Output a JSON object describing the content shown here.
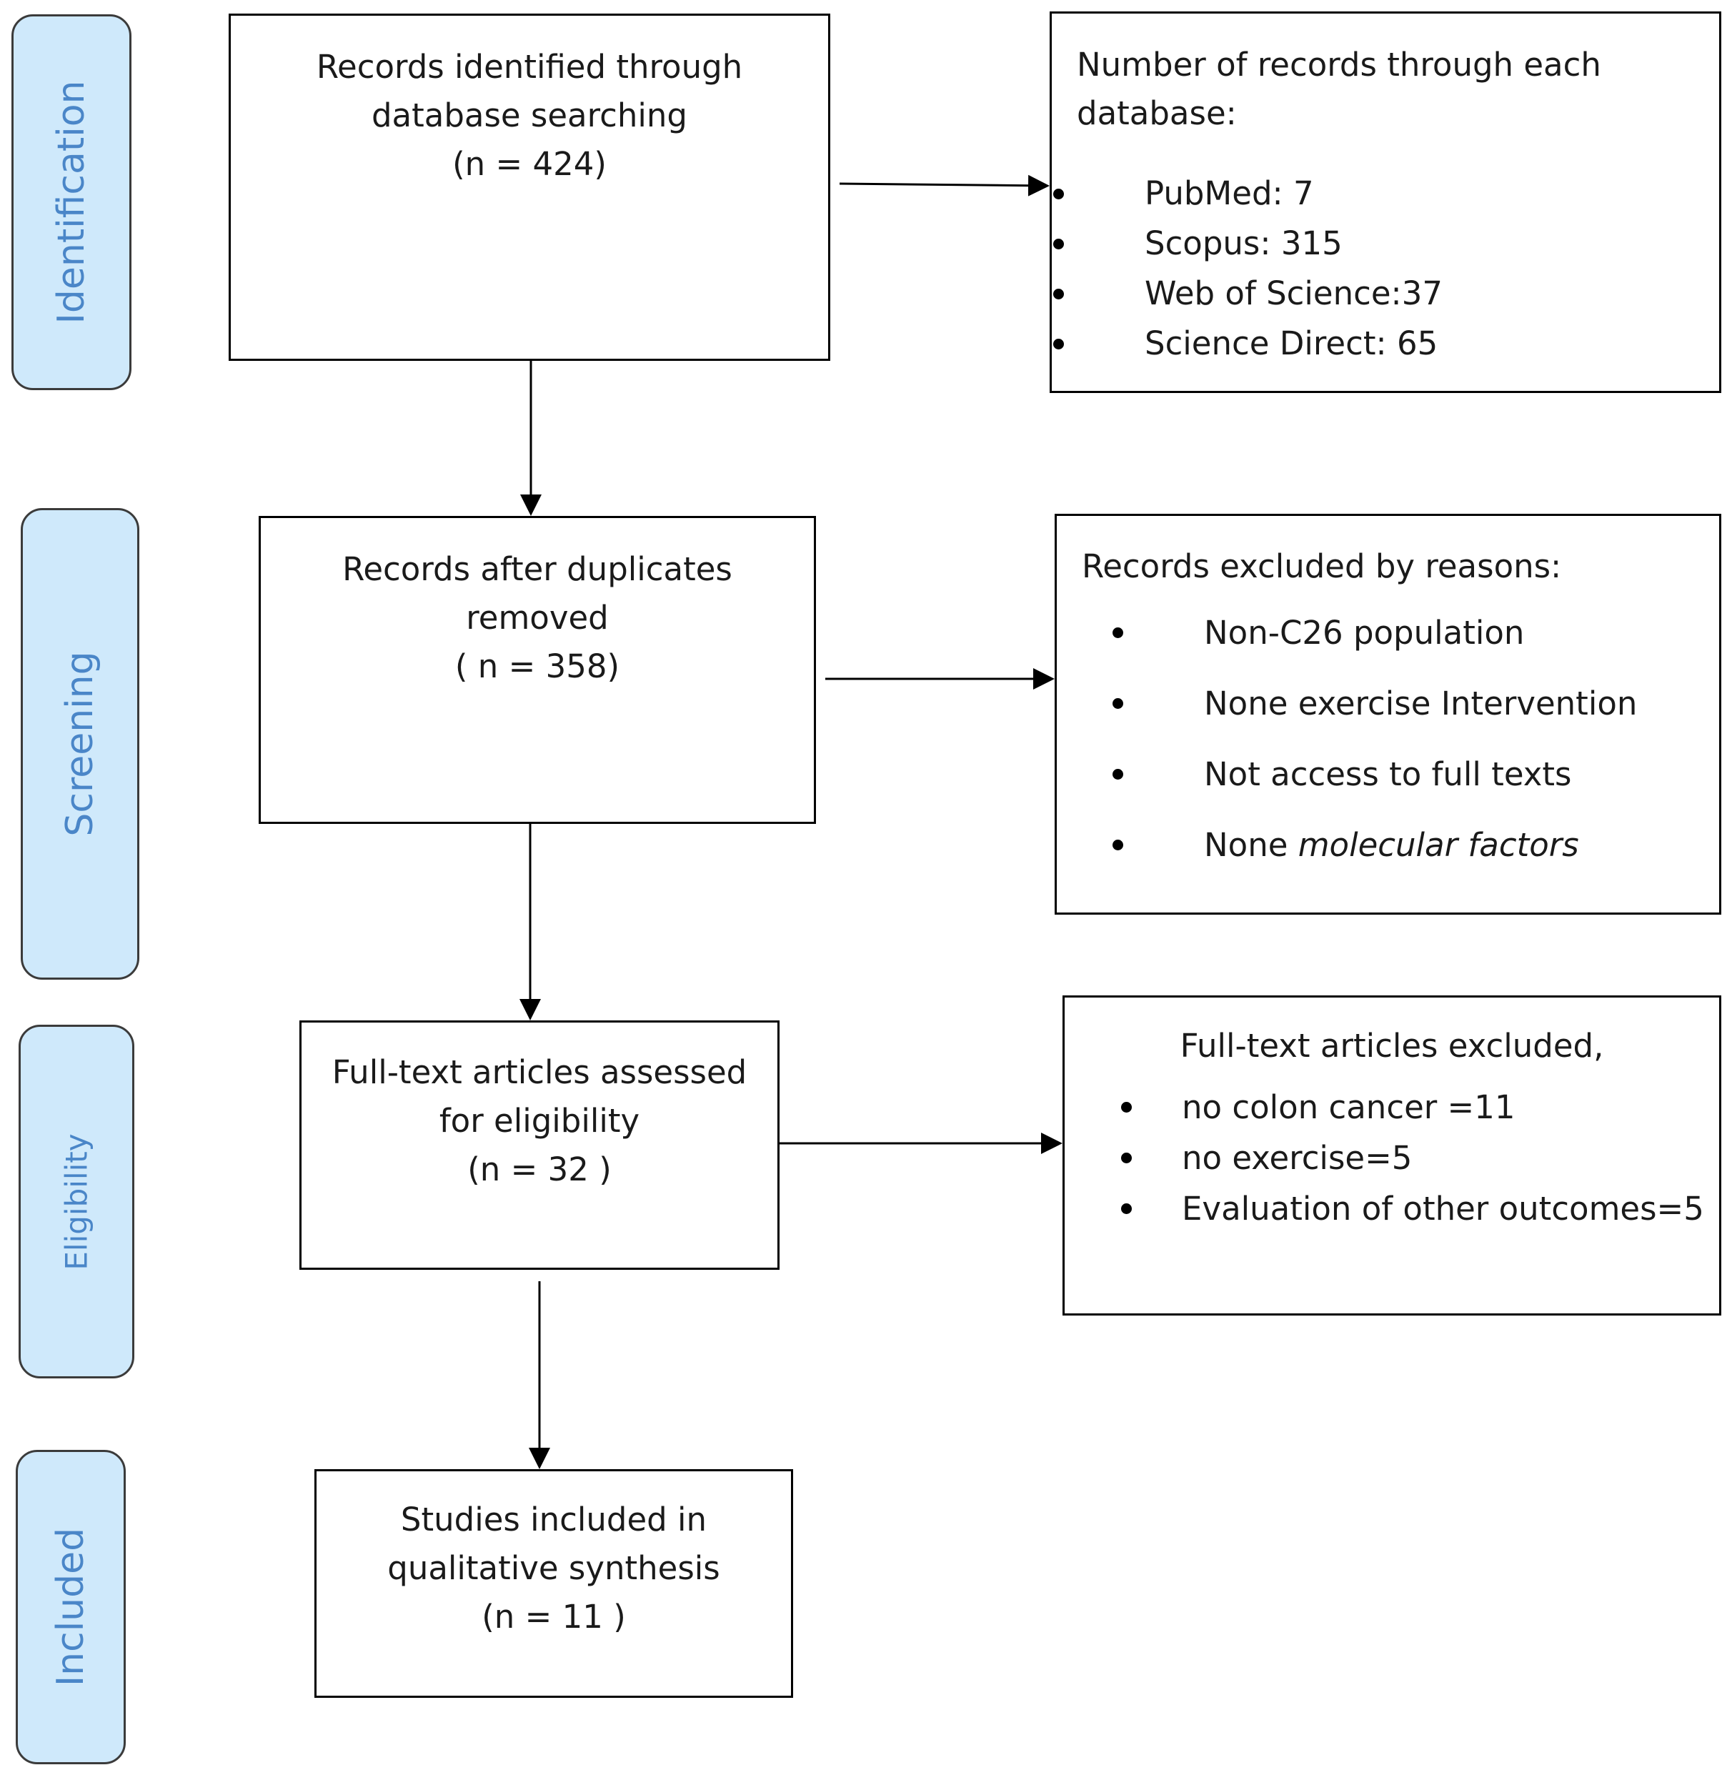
{
  "phases": {
    "identification": "Identification",
    "screening": "Screening",
    "eligibility": "Eligibility",
    "included": "Included"
  },
  "identified": {
    "line1": "Records identified through",
    "line2": "database searching",
    "count": "(n = 424)"
  },
  "databases": {
    "title_line1": "Number of records through each",
    "title_line2": "database:",
    "items": [
      "PubMed: 7",
      "Scopus: 315",
      "Web of Science:37",
      "Science Direct: 65"
    ]
  },
  "deduplicated": {
    "line1": "Records after duplicates",
    "line2": "removed",
    "count": "( n = 358)"
  },
  "excluded_records": {
    "title": "Records excluded by reasons:",
    "items": [
      "Non-C26 population",
      "None exercise Intervention",
      "Not access to full texts"
    ],
    "last_item_prefix": "None ",
    "last_item_emphasis": "molecular factors"
  },
  "eligibility": {
    "line1": "Full-text articles assessed",
    "line2": "for eligibility",
    "count": "(n = 32 )"
  },
  "excluded_fulltext": {
    "title": "Full-text articles excluded,",
    "items": [
      "no colon cancer =11",
      "no exercise=5",
      "Evaluation of other outcomes=5"
    ]
  },
  "included": {
    "line1": "Studies included in",
    "line2": "qualitative synthesis",
    "count": "(n = 11 )"
  }
}
